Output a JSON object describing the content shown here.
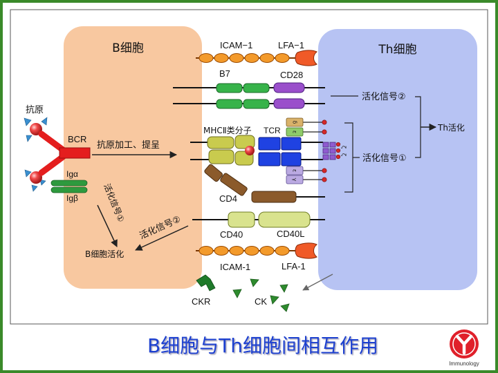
{
  "title": "B细胞与Th细胞间相互作用",
  "cells": {
    "b_cell": "B细胞",
    "th_cell": "Th细胞"
  },
  "molecules": {
    "icam1_top": "ICAM−1",
    "lfa1_top": "LFA−1",
    "b7": "B7",
    "cd28": "CD28",
    "antigen": "抗原",
    "bcr": "BCR",
    "ig_alpha": "Igα",
    "ig_beta": "Igβ",
    "mhc2": "MHCⅡ类分子",
    "tcr": "TCR",
    "cd3_chains": [
      "δ",
      "ε",
      "ε",
      "γ"
    ],
    "zeta_chains": [
      "ζ",
      "ζ"
    ],
    "cd4": "CD4",
    "cd40": "CD40",
    "cd40l": "CD40L",
    "icam1_bottom": "ICAM-1",
    "lfa1_bottom": "LFA-1",
    "ckr": "CKR",
    "ck": "CK"
  },
  "processes": {
    "antigen_processing": "抗原加工、提呈",
    "th_signal_2": "活化信号②",
    "th_signal_1": "活化信号①",
    "th_activation": "Th活化",
    "b_signal_1": "活化信号①",
    "b_signal_2": "活化信号②",
    "b_activation": "B细胞活化"
  },
  "logo": {
    "text": "Immunology"
  },
  "colors": {
    "frame": "#3A8A2A",
    "b_cell": "#F8C8A0",
    "th_cell": "#B7C3F3",
    "title": "#1A3FD0",
    "logo": "#E0202A"
  }
}
